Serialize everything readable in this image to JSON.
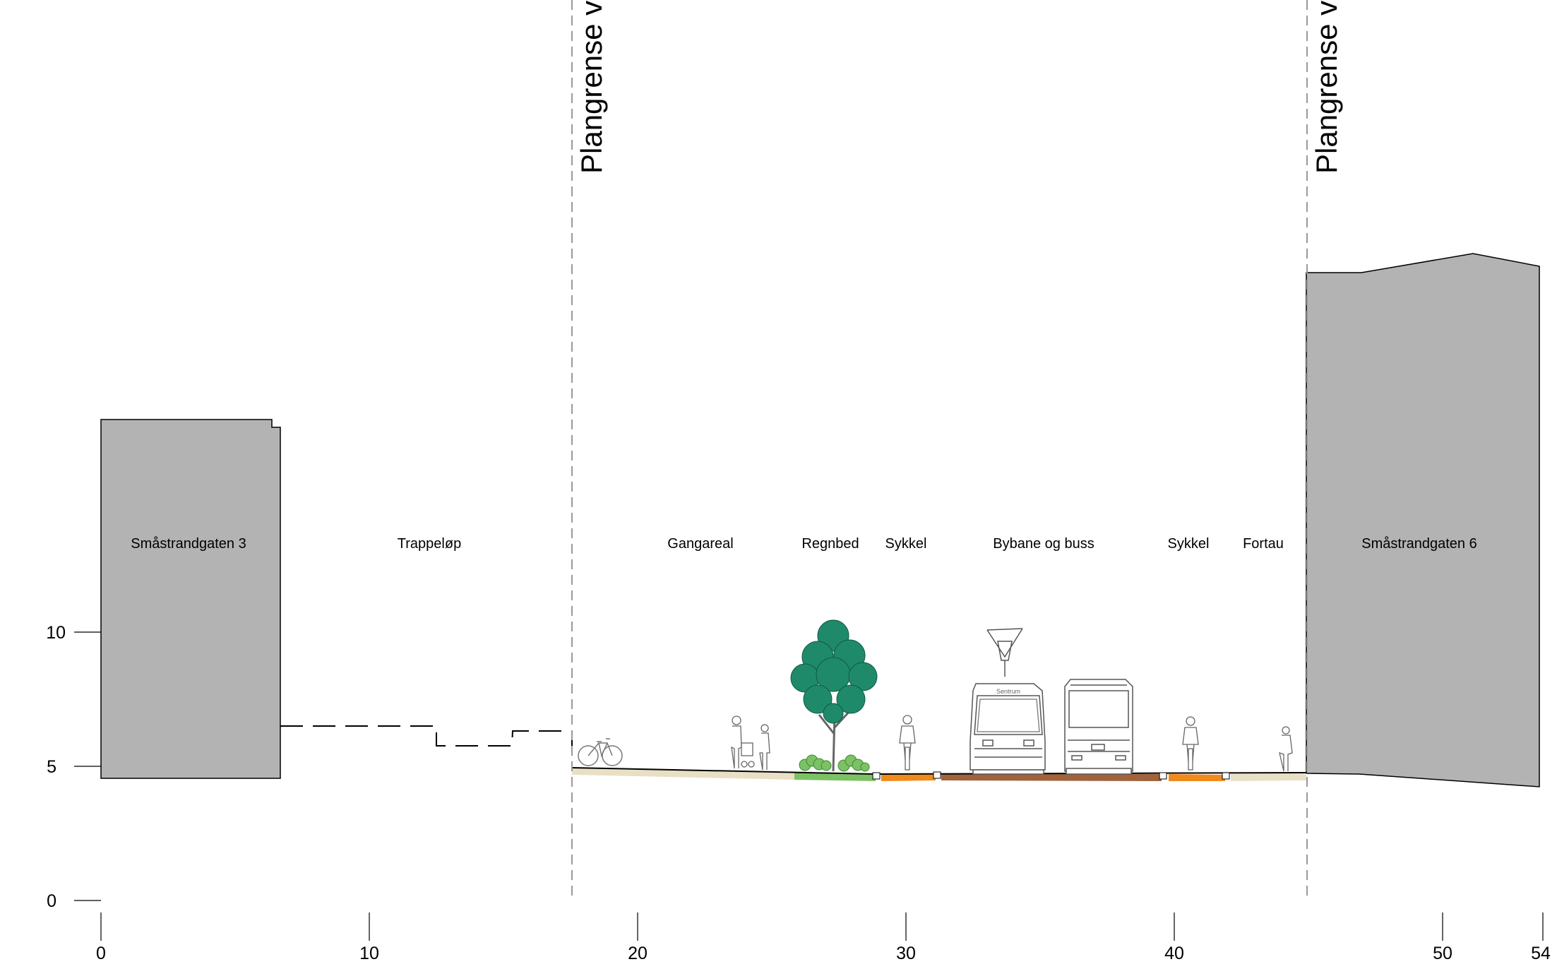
{
  "plan_boundary_label": "Plangrense v",
  "labels": {
    "building_left": "Småstrandgaten 3",
    "stairs": "Trappeløp",
    "walkway": "Gangareal",
    "rain_bed": "Regnbed",
    "bike_left": "Sykkel",
    "tram_bus": "Bybane og buss",
    "bike_right": "Sykkel",
    "sidewalk": "Fortau",
    "building_right": "Småstrandgaten 6"
  },
  "tram_sign": "Sentrum",
  "x_axis": {
    "ticks": [
      "0",
      "10",
      "20",
      "30",
      "40",
      "50",
      "54"
    ]
  },
  "y_axis": {
    "ticks": [
      "0",
      "5",
      "10"
    ]
  },
  "colors": {
    "building": "#b3b3b3",
    "walkway": "#e8e0c4",
    "rain_bed": "#7cc264",
    "bike_lane": "#f08a1c",
    "tram_lane": "#a0633c",
    "tree": "#1f8a6a"
  }
}
